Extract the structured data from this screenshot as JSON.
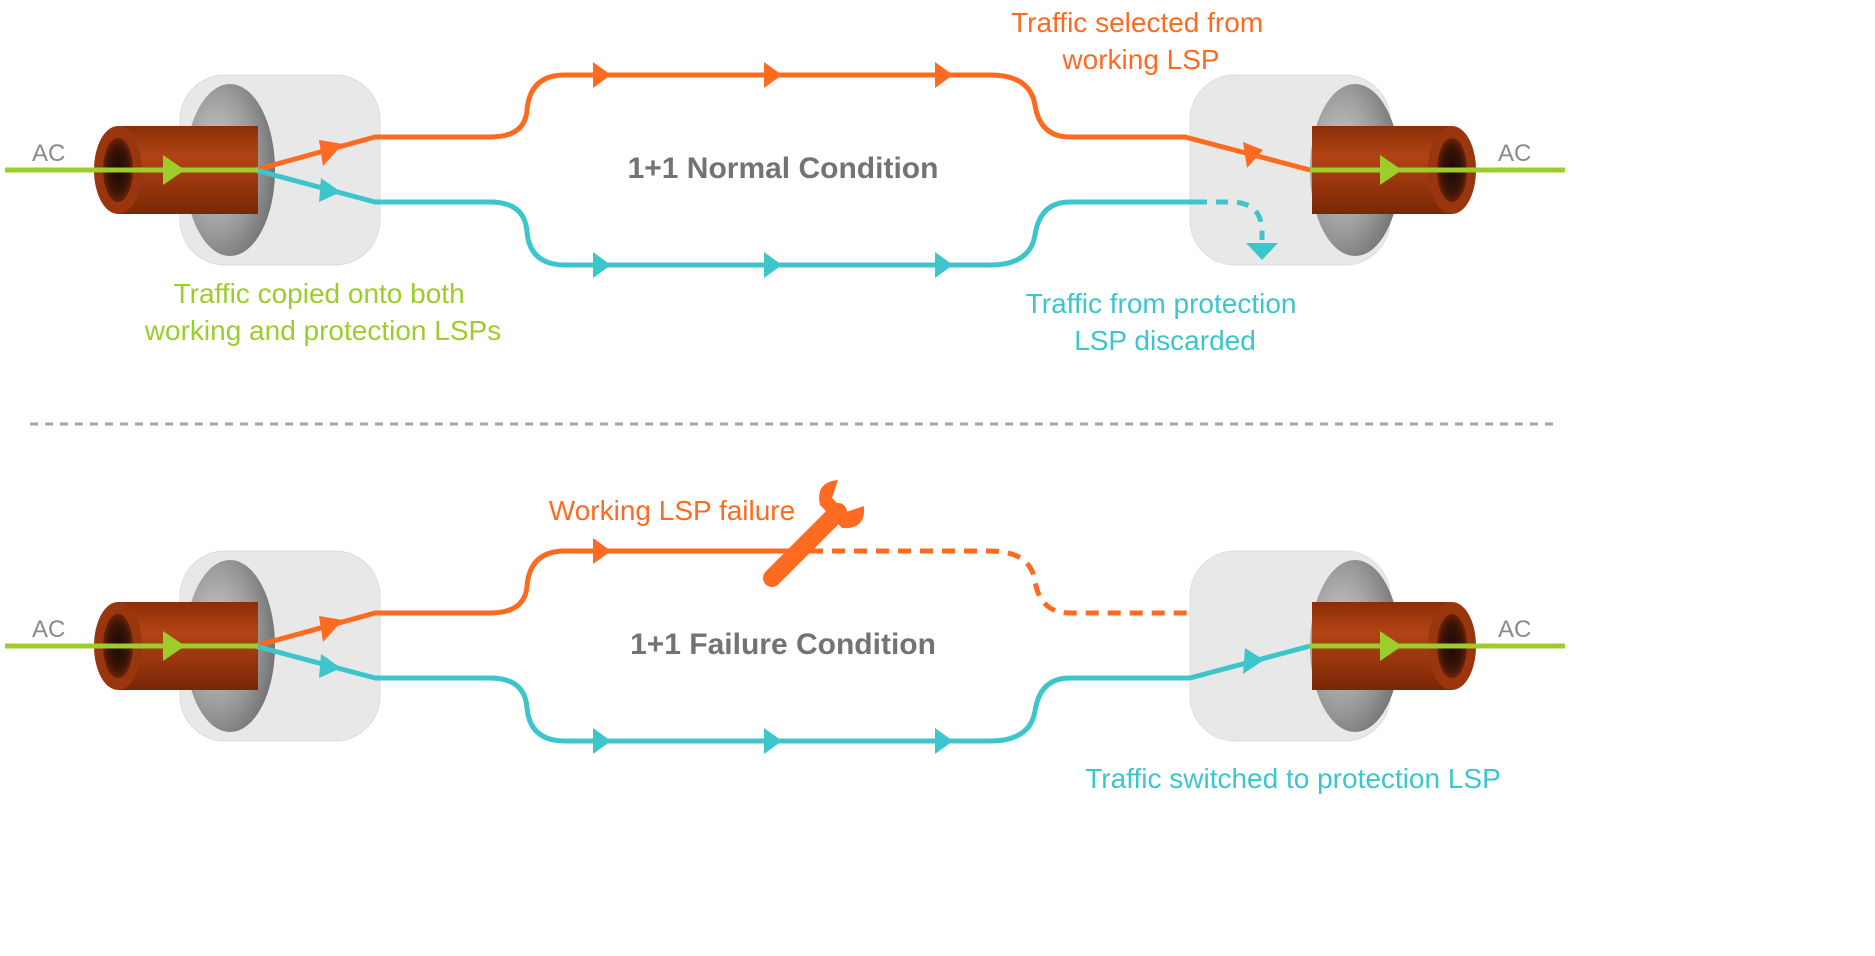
{
  "colors": {
    "working": "#ff6a21",
    "protection": "#3cc6cc",
    "ac": "#9ccd2a",
    "pipe": "#a33a0c",
    "node": "#e6e6e6",
    "title": "#737373",
    "ac_label": "#8a8a8a",
    "divider": "#a6a6a6"
  },
  "panels": [
    {
      "title": "1+1 Normal Condition",
      "ac_left": "AC",
      "ac_right": "AC",
      "notes": {
        "selected": [
          "Traffic selected from",
          "working LSP"
        ],
        "copied": [
          "Traffic copied onto both",
          "working and protection LSPs"
        ],
        "discarded": [
          "Traffic from protection",
          "LSP discarded"
        ]
      }
    },
    {
      "title": "1+1 Failure Condition",
      "ac_left": "AC",
      "ac_right": "AC",
      "notes": {
        "failure": "Working LSP failure",
        "switched": "Traffic switched to protection LSP"
      }
    }
  ]
}
